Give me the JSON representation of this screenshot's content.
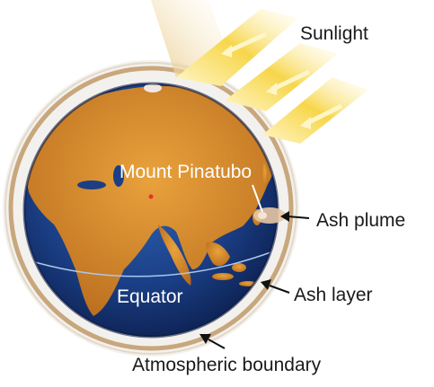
{
  "labels": {
    "sunlight": "Sunlight",
    "mount_pinatubo": "Mount Pinatubo",
    "ash_plume": "Ash plume",
    "equator": "Equator",
    "ash_layer": "Ash layer",
    "atmospheric_boundary": "Atmospheric boundary"
  },
  "colors": {
    "ocean": "#1b3f86",
    "land": "#d8922e",
    "ash_ring": "#c8a77c",
    "sunlight": "#f7d64a",
    "text_dark": "#1a1a1a",
    "text_light": "#ffffff"
  }
}
